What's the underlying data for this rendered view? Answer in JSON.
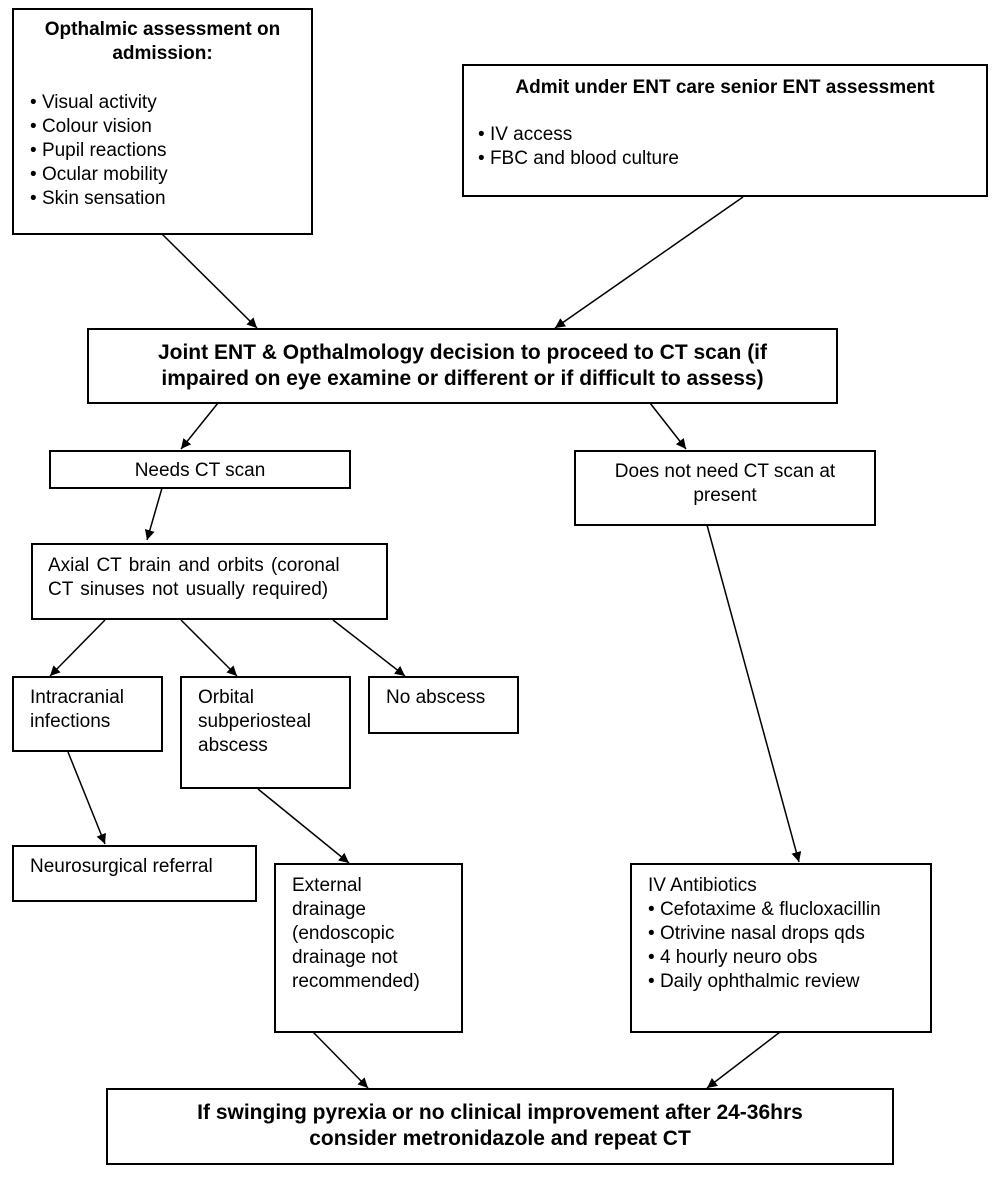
{
  "ophthalmic": {
    "title_line1": "Opthalmic assessment on",
    "title_line2": "admission:",
    "items": [
      "Visual activity",
      "Colour vision",
      "Pupil reactions",
      "Ocular mobility",
      "Skin sensation"
    ]
  },
  "admit": {
    "title": "Admit under ENT care senior ENT assessment",
    "items": [
      "IV access",
      "FBC and blood culture"
    ]
  },
  "joint_decision": {
    "line1": "Joint ENT & Opthalmology decision to proceed to CT scan (if",
    "line2": "impaired on eye examine or different or if difficult to assess)"
  },
  "needs_ct": {
    "label": "Needs CT scan"
  },
  "no_ct": {
    "line1": "Does not need CT scan at",
    "line2": "present"
  },
  "axial_ct": {
    "line1": "Axial CT brain and orbits (coronal",
    "line2": "CT sinuses not usually required)"
  },
  "intracranial": {
    "line1": "Intracranial",
    "line2": "infections"
  },
  "orbital": {
    "line1": "Orbital",
    "line2": "subperiosteal",
    "line3": "abscess"
  },
  "no_abscess": {
    "label": "No abscess"
  },
  "neurosurgical": {
    "label": "Neurosurgical referral"
  },
  "external": {
    "line1": "External",
    "line2": "drainage",
    "line3": "(endoscopic",
    "line4": "drainage not",
    "line5": "recommended)"
  },
  "antibiotics": {
    "title": "IV Antibiotics",
    "items": [
      "Cefotaxime & flucloxacillin",
      "Otrivine nasal drops qds",
      "4 hourly neuro obs",
      "Daily ophthalmic review"
    ]
  },
  "final": {
    "line1": "If swinging pyrexia or no clinical improvement after 24-36hrs",
    "line2": "consider metronidazole and repeat CT"
  }
}
